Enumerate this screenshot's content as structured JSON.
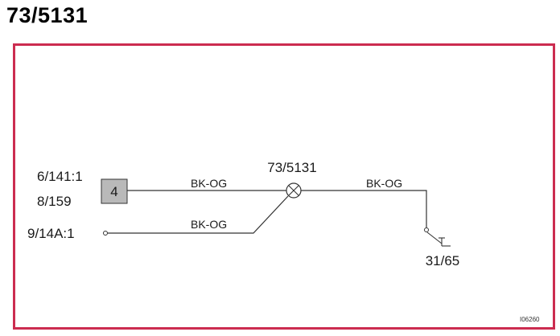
{
  "page": {
    "title": "73/5131"
  },
  "diagram": {
    "frame_color": "#cc2c50",
    "wire_color": "#333333",
    "left_labels": {
      "top": "6/141:1",
      "middle": "8/159",
      "bottom": "9/14A:1"
    },
    "connector": {
      "label": "4",
      "fill": "#b9b9b9"
    },
    "wires": {
      "upper_left": "BK-OG",
      "lower_left": "BK-OG",
      "right": "BK-OG"
    },
    "lamp_label": "73/5131",
    "ground_label": "31/65",
    "image_code": "I06260"
  }
}
